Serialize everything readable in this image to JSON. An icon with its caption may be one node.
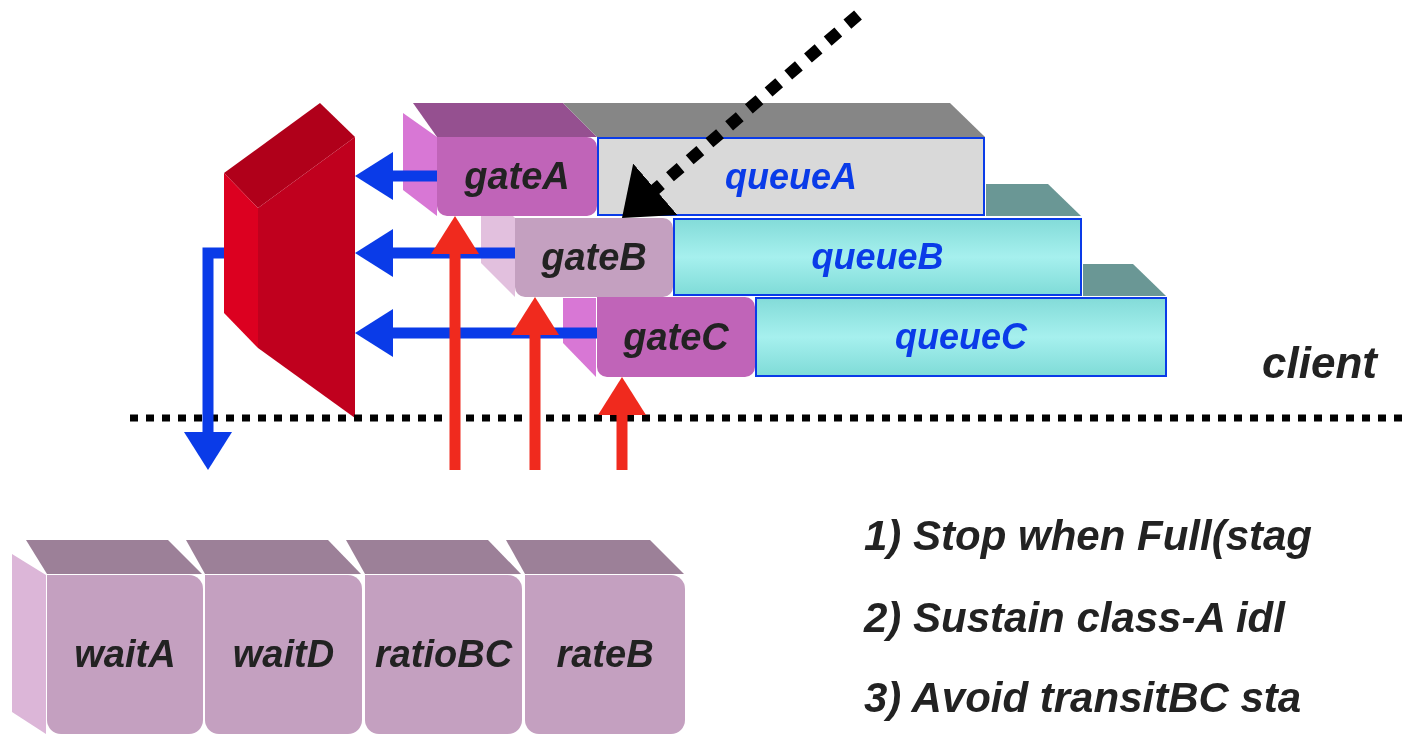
{
  "diagram": {
    "nodes": [
      {
        "text": [],
        "shape": "bar"
      },
      {
        "text": [
          "gateA"
        ]
      },
      {
        "text": [
          "queueA"
        ]
      },
      {
        "text": [
          "gateB"
        ]
      },
      {
        "text": [
          "queueB"
        ]
      },
      {
        "text": [
          "gateC"
        ]
      },
      {
        "text": [
          "queueC"
        ]
      },
      {
        "text": [
          "waitA"
        ]
      },
      {
        "text": [
          "waitD"
        ]
      },
      {
        "text": [
          "ratioBC"
        ]
      },
      {
        "text": [
          "rateB"
        ]
      }
    ],
    "edges": [
      {
        "from": 1,
        "to": 0,
        "arrow": "to"
      },
      {
        "from": 3,
        "to": 0,
        "arrow": "to"
      },
      {
        "from": 5,
        "to": 0,
        "arrow": "to"
      },
      {
        "from": 0,
        "to": null,
        "arrow": "to"
      },
      {
        "from": null,
        "to": 1,
        "arrow": "to",
        "color": "#f02a1e"
      },
      {
        "from": null,
        "to": 3,
        "arrow": "to",
        "color": "#f02a1e"
      },
      {
        "from": null,
        "to": 5,
        "arrow": "to",
        "color": "#f02a1e"
      },
      {
        "from": null,
        "to": 3,
        "arrow": "to",
        "style": "dashed",
        "color": "#000000"
      }
    ],
    "labels": [
      "client",
      "1) Stop when Full(stag",
      "2) Sustain class-A idl",
      "3) Avoid transitBC sta"
    ]
  }
}
